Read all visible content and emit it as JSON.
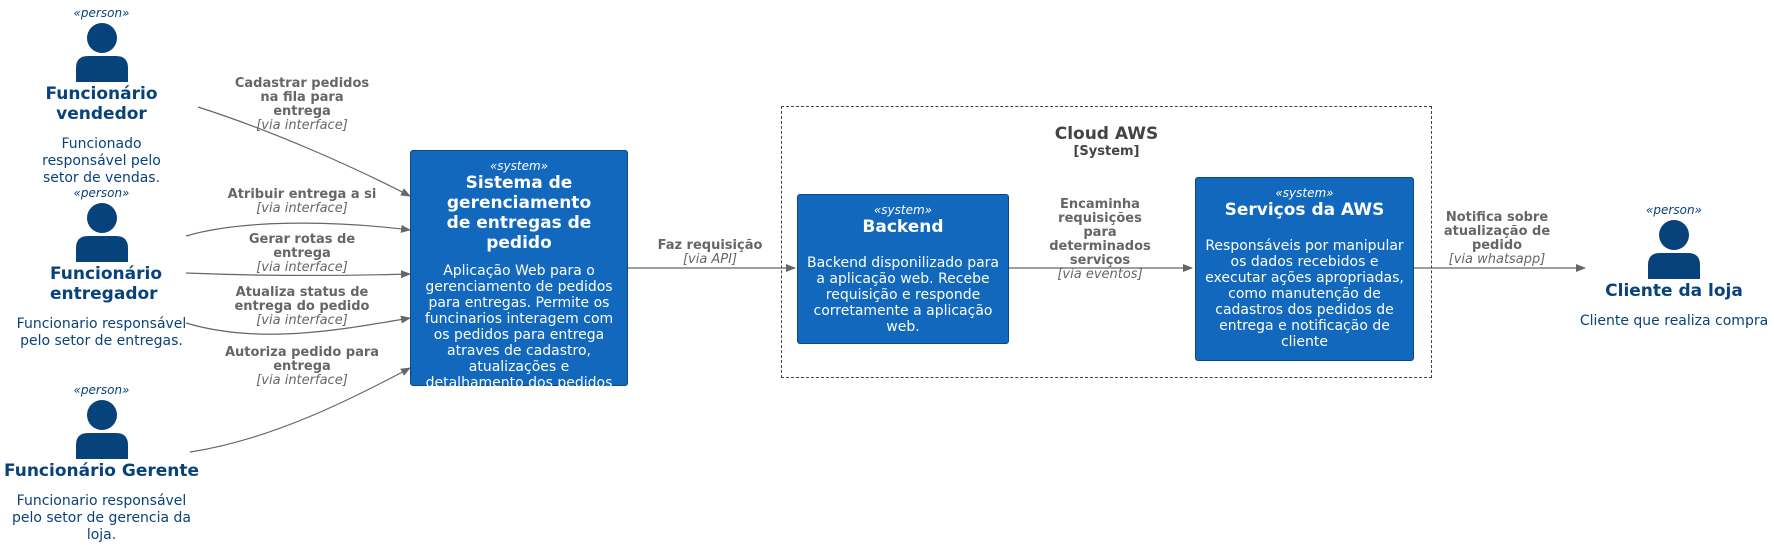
{
  "persons": {
    "vendedor": {
      "stereotype": "«person»",
      "name": "Funcionário vendedor",
      "description": "Funcionado responsável pelo setor de vendas."
    },
    "entregador": {
      "stereotype": "«person»",
      "name": "Funcionário entregador",
      "description": "Funcionario responsável pelo setor de entregas."
    },
    "gerente": {
      "stereotype": "«person»",
      "name": "Funcionário Gerente",
      "description": "Funcionario responsável pelo setor de gerencia da loja."
    },
    "cliente": {
      "stereotype": "«person»",
      "name": "Cliente da loja",
      "description": "Cliente que realiza compra"
    }
  },
  "systems": {
    "sistema": {
      "stereotype": "«system»",
      "name": "Sistema de gerenciamento de entregas de pedido",
      "description": "Aplicação Web para o gerenciamento de pedidos para entregas. Permite os funcinarios interagem com os pedidos para entrega atraves de cadastro, atualizações e detalhamento dos pedidos para entrega"
    },
    "backend": {
      "stereotype": "«system»",
      "name": "Backend",
      "description": "Backend disponilizado para a aplicação web. Recebe requisição e responde corretamente a aplicação web."
    },
    "aws": {
      "stereotype": "«system»",
      "name": "Serviços da AWS",
      "description": "Responsáveis por manipular os dados recebidos e executar ações apropriadas, como manutenção de cadastros dos pedidos de entrega e notificação de cliente"
    }
  },
  "boundary": {
    "name": "Cloud AWS",
    "type": "[System]"
  },
  "relations": {
    "cadastrar": {
      "label": "Cadastrar pedidos na fila para entrega",
      "tech": "[via interface]"
    },
    "atribuir": {
      "label": "Atribuir entrega a si",
      "tech": "[via interface]"
    },
    "rotas": {
      "label": "Gerar rotas de entrega",
      "tech": "[via interface]"
    },
    "status": {
      "label": "Atualiza status de entrega do pedido",
      "tech": "[via interface]"
    },
    "autoriza": {
      "label": "Autoriza pedido para entrega",
      "tech": "[via interface]"
    },
    "requisicao": {
      "label": "Faz requisição",
      "tech": "[via API]"
    },
    "encaminha": {
      "label": "Encaminha requisições para determinados serviços",
      "tech": "[via eventos]"
    },
    "notifica": {
      "label": "Notifica sobre atualização de pedido",
      "tech": "[via whatsapp]"
    }
  },
  "colors": {
    "person": "#08427b",
    "system": "#1168bd",
    "arrow": "#666666",
    "boundary": "#444444"
  }
}
